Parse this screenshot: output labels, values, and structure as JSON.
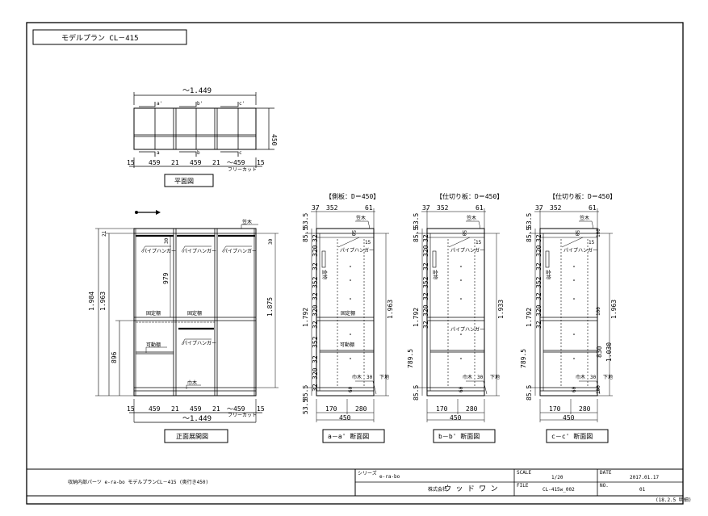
{
  "title": "モデルプラン  CL－415",
  "plan": {
    "total_width": "～1.449",
    "depth": "450",
    "section_a_top": "a'",
    "section_b_top": "b'",
    "section_c_top": "c'",
    "section_a_bottom": "a",
    "section_b_bottom": "b",
    "section_c_bottom": "c",
    "dim_15_left": "15",
    "dim_459_1": "459",
    "dim_21_1": "21",
    "dim_459_2": "459",
    "dim_21_2": "21",
    "dim_459_3": "～459",
    "dim_15_right": "15",
    "free_cut": "フリーカット",
    "caption": "平面図"
  },
  "front": {
    "h_1984": "1.984",
    "h_1963": "1.963",
    "h_896": "896",
    "h_979": "979",
    "h_30_top": "30",
    "h_30_right": "30",
    "h_21": "21",
    "h_1875": "1.875",
    "pipe_hanger_1": "パイプハンガー",
    "pipe_hanger_2": "パイプハンガー",
    "pipe_hanger_3": "パイプハンガー",
    "pipe_hanger_4": "パイプハンガー",
    "fixed_shelf_1": "固定棚",
    "fixed_shelf_2": "固定棚",
    "movable_shelf": "可動棚",
    "top_board": "笠木",
    "base_board": "巾木",
    "dim_15_left": "15",
    "dim_459_1": "459",
    "dim_21_1": "21",
    "dim_459_2": "459",
    "dim_21_2": "21",
    "dim_459_3": "～459",
    "dim_15_right": "15",
    "free_cut": "フリーカット",
    "total_width": "～1.449",
    "caption": "正面展開図"
  },
  "sections": [
    {
      "header": "【側板：D＝450】",
      "caption": "a－a' 断面図",
      "top_37": "37",
      "top_352": "352",
      "top_61": "61",
      "dim_53_5": "53.5",
      "label_top": "笠木",
      "dim_85_5": "85.5",
      "dim_1792": "1.792",
      "dim_789_5": "",
      "seq_32_a": "32",
      "seq_320_a": "320",
      "seq_32_b": "32",
      "seq_352_a": "352",
      "seq_32_c": "32",
      "seq_320_b": "320",
      "seq_32_d": "32",
      "seq_352_b": "352",
      "seq_32_e": "32",
      "seq_320_c": "320",
      "seq_32_f": "32",
      "right_1": "1.963",
      "right_2": "",
      "r_100_top": "",
      "r_100_mid": "",
      "r_100_bot": "",
      "dim_50": "50",
      "dim_15": "15",
      "dim_60": "60",
      "pipe_hanger_1": "パイプハンガー",
      "pipe_hanger_2": "",
      "fixed_shelf": "固定棚",
      "movable_shelf": "可動棚",
      "kanagu": "金物",
      "base_board": "巾木",
      "dim_30": "30",
      "lower_board": "下地",
      "bottom_53_5": "53.5",
      "bot_170": "170",
      "bot_280": "280",
      "bot_450": "450"
    },
    {
      "header": "【仕切り板：D＝450】",
      "caption": "b－b' 断面図",
      "top_37": "37",
      "top_352": "352",
      "top_61": "61",
      "dim_53_5": "53.5",
      "label_top": "笠木",
      "dim_85_5": "85.5",
      "dim_1792": "1.792",
      "dim_789_5": "789.5",
      "seq_32_a": "32",
      "seq_320_a": "320",
      "seq_32_b": "32",
      "seq_352_a": "352",
      "seq_32_c": "32",
      "seq_320_b": "320",
      "seq_32_d": "32",
      "seq_352_b": "",
      "seq_32_e": "",
      "seq_320_c": "",
      "seq_32_f": "",
      "right_1": "1.933",
      "right_2": "",
      "r_100_top": "",
      "r_100_mid": "",
      "r_100_bot": "",
      "dim_50": "50",
      "dim_15": "15",
      "dim_60": "60",
      "pipe_hanger_1": "パイプハンガー",
      "pipe_hanger_2": "パイプハンガー",
      "fixed_shelf": "",
      "movable_shelf": "",
      "kanagu": "金物",
      "base_board": "巾木",
      "dim_30": "30",
      "lower_board": "下地",
      "bottom_53_5": "",
      "bot_170": "170",
      "bot_280": "280",
      "bot_450": "450"
    },
    {
      "header": "【仕切り板：D＝450】",
      "caption": "c－c' 断面図",
      "top_37": "37",
      "top_352": "352",
      "top_61": "61",
      "dim_53_5": "53.5",
      "label_top": "笠木",
      "dim_85_5": "85.5",
      "dim_1792": "1.792",
      "dim_789_5": "789.5",
      "seq_32_a": "32",
      "seq_320_a": "320",
      "seq_32_b": "32",
      "seq_352_a": "352",
      "seq_32_c": "32",
      "seq_320_b": "320",
      "seq_32_d": "32",
      "seq_352_b": "",
      "seq_32_e": "",
      "seq_320_c": "",
      "seq_32_f": "",
      "right_1": "1.963",
      "right_2": "1.030",
      "r_100_top": "100",
      "r_100_mid": "100",
      "r_100_bot": "100",
      "dim_830": "830",
      "dim_50": "50",
      "dim_15": "15",
      "dim_60": "60",
      "pipe_hanger_1": "パイプハンガー",
      "pipe_hanger_2": "",
      "fixed_shelf": "",
      "movable_shelf": "",
      "kanagu": "金物",
      "base_board": "巾木",
      "dim_30": "30",
      "lower_board": "下地",
      "bottom_53_5": "",
      "bot_170": "170",
      "bot_280": "280",
      "bot_450": "450"
    }
  ],
  "title_block": {
    "project": "収納内部パーツ e-ra-bo モデルプランCL－415 (奥行き450)",
    "series_label": "シリーズ",
    "series": "e-ra-bo",
    "company_label": "株式会社",
    "company": "ウ ッ ド ワ ン",
    "scale_label": "SCALE",
    "scale": "1/20",
    "date_label": "DATE",
    "date": "2017.01.17",
    "file_label": "FILE",
    "file": "CL-415w_002",
    "no_label": "NO.",
    "no": "01",
    "note": "(18.2.5 明細)"
  }
}
